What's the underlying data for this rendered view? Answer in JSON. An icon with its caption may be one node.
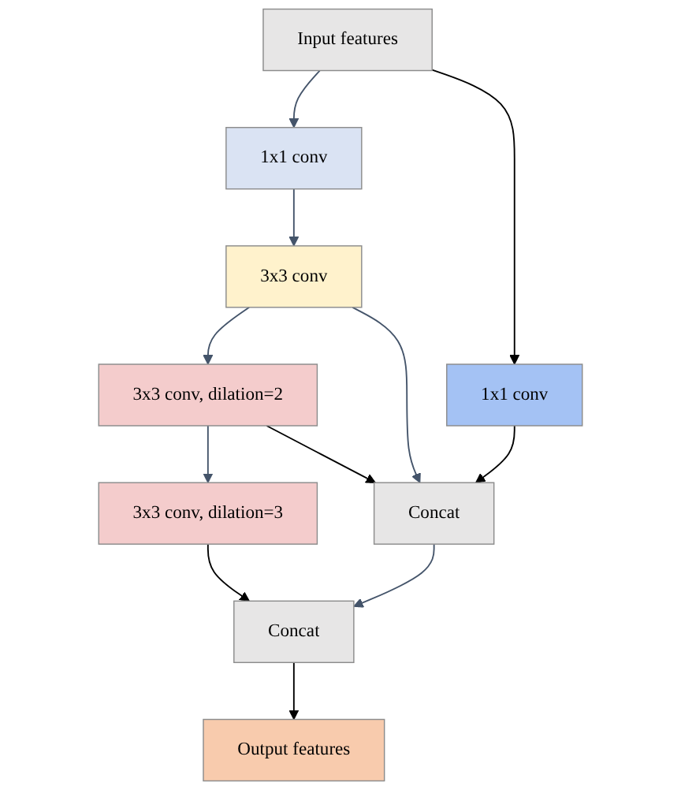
{
  "diagram": {
    "nodes": [
      {
        "text": [
          "Input features"
        ]
      },
      {
        "text": [
          "1x1 conv"
        ]
      },
      {
        "text": [
          "1x1 conv"
        ]
      },
      {
        "text": [
          "3x3 conv, dilation=2"
        ]
      },
      {
        "text": [
          "3x3 conv"
        ]
      },
      {
        "text": [
          "3x3 conv, dilation=3"
        ]
      },
      {
        "text": [
          "Concat"
        ]
      },
      {
        "text": [
          "Concat"
        ]
      },
      {
        "text": [
          "Output features"
        ]
      }
    ],
    "edges": [
      {
        "from": 0,
        "to": 1,
        "arrow": "to"
      },
      {
        "from": 0,
        "to": 2,
        "arrow": "to",
        "color": "#000000"
      },
      {
        "from": 1,
        "to": 4,
        "arrow": "to"
      },
      {
        "from": 4,
        "to": 3,
        "arrow": "to"
      },
      {
        "from": 3,
        "to": 5,
        "arrow": "to"
      },
      {
        "from": 3,
        "to": 6,
        "arrow": "to",
        "color": "#000000"
      },
      {
        "from": 4,
        "to": 6,
        "arrow": "to"
      },
      {
        "from": 2,
        "to": 6,
        "arrow": "to",
        "color": "#000000"
      },
      {
        "from": 6,
        "to": 7,
        "arrow": "to"
      },
      {
        "from": 5,
        "to": 7,
        "arrow": "to",
        "color": "#000000"
      },
      {
        "from": 7,
        "to": 8,
        "arrow": "to",
        "color": "#000000"
      }
    ]
  }
}
